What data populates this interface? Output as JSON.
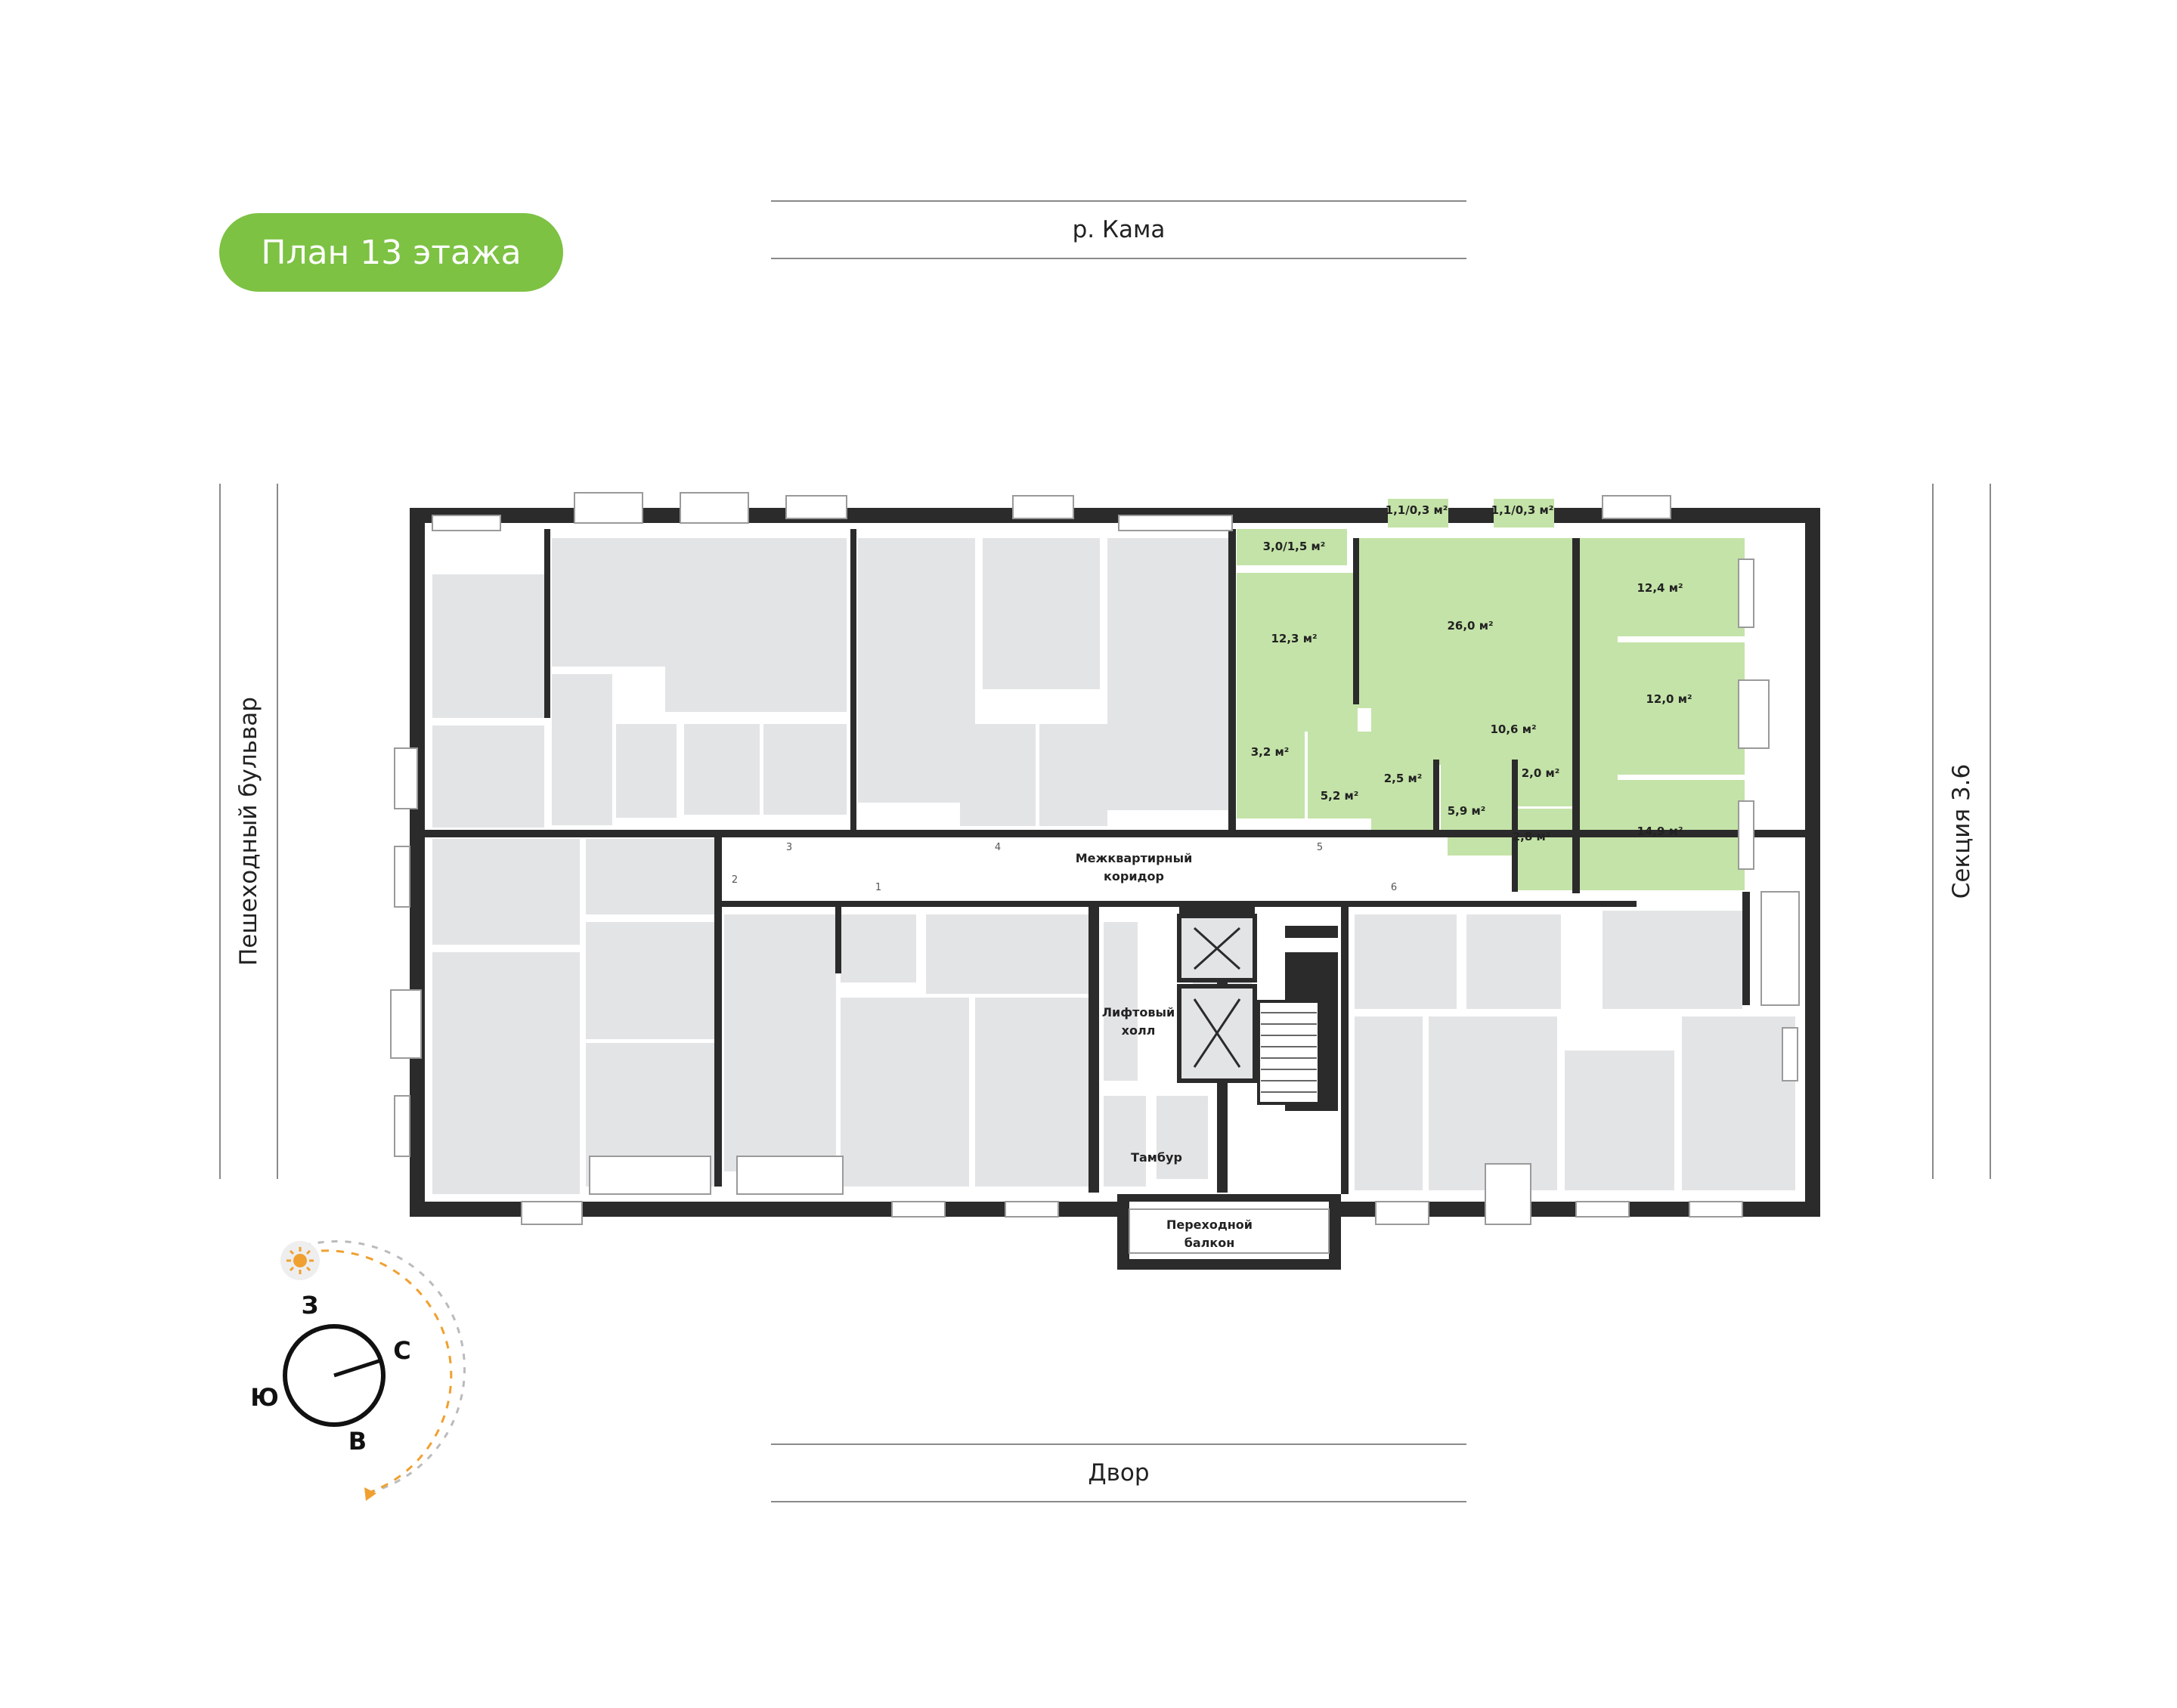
{
  "title": "План 13 этажа",
  "streets": {
    "top": "р. Кама",
    "bottom": "Двор",
    "left": "Пешеходный бульвар",
    "right": "Секция 3.6"
  },
  "apartment_areas": [
    "3,0/1,5 м²",
    "1,1/0,3 м²",
    "1,1/0,3 м²",
    "12,3 м²",
    "26,0 м²",
    "12,4 м²",
    "12,0 м²",
    "10,6 м²",
    "3,2 м²",
    "5,2 м²",
    "2,5 м²",
    "2,0 м²",
    "5,9 м²",
    "2,8 м²",
    "14,9 м²"
  ],
  "common_rooms": {
    "corridor_line1": "Межквартирный",
    "corridor_line2": "коридор",
    "lift_line1": "Лифтовый",
    "lift_line2": "холл",
    "tambur": "Тамбур",
    "balcony_line1": "Переходной",
    "balcony_line2": "балкон"
  },
  "door_numbers": [
    "1",
    "2",
    "3",
    "4",
    "5",
    "6"
  ],
  "compass": {
    "west": "З",
    "north": "С",
    "south": "Ю",
    "east": "В",
    "sun_icon": "sun-icon"
  },
  "colors": {
    "accent": "#7dc243",
    "selected_apartment": "#c4e3a8",
    "room_fill": "#e3e4e6",
    "wall": "#2b2b2b",
    "sun_path": "#f0a030"
  }
}
